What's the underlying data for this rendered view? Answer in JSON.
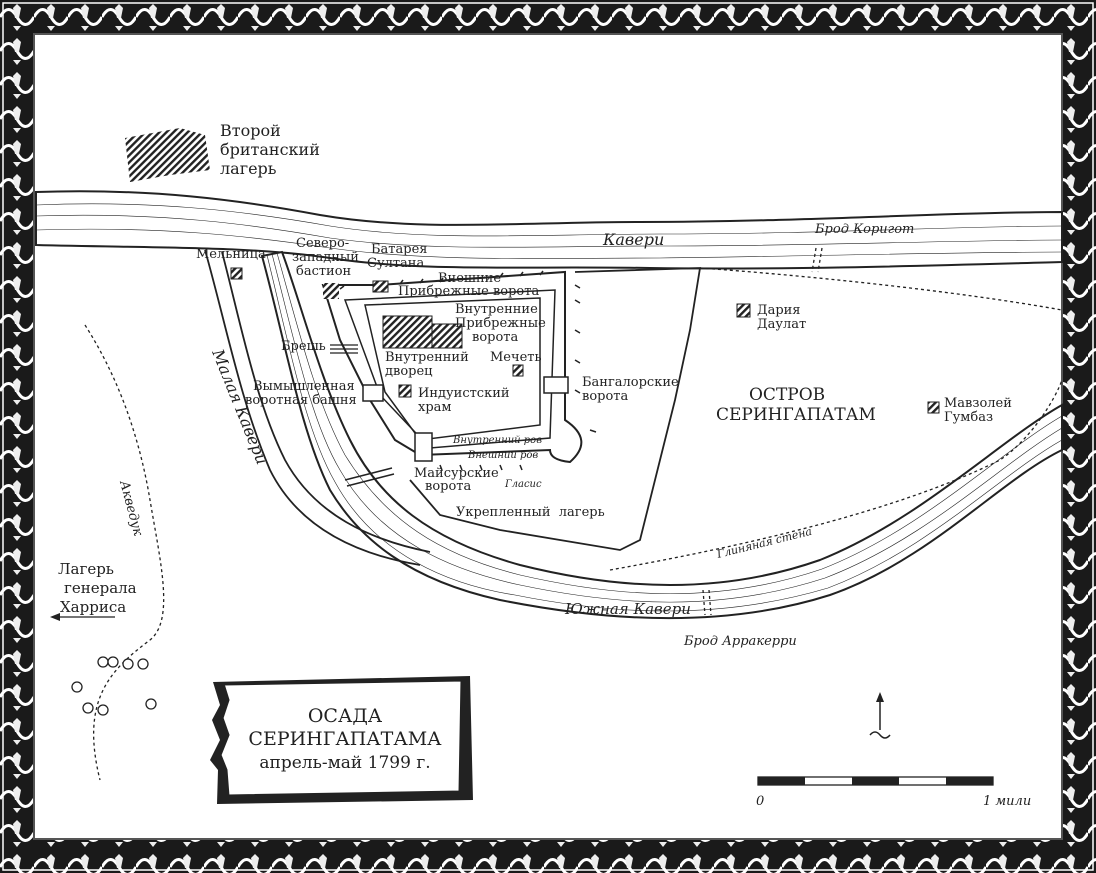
{
  "title": {
    "line1": "ОСАДА",
    "line2": "СЕРИНГАПАТАМА",
    "line3": "апрель-май 1799 г."
  },
  "labels": {
    "second_camp": [
      "Второй",
      "британский",
      "лагерь"
    ],
    "kaveri": "Кавери",
    "ford_korigot": "Брод Коригот",
    "mill": "Мельница",
    "nw_bastion": [
      "Северо-",
      "западный",
      "бастион"
    ],
    "sultan_battery": [
      "Батарея",
      "Султана"
    ],
    "outer_gates": [
      "Внешние",
      "Прибрежные ворота"
    ],
    "inner_gates": [
      "Внутренние",
      "Прибрежные",
      "ворота"
    ],
    "inner_palace": [
      "Внутренний",
      "дворец"
    ],
    "mosque": "Мечеть",
    "breach": "Брешь",
    "fake_tower": [
      "Вымышленная",
      "воротная башня"
    ],
    "hindu_temple": [
      "Индуистский",
      "храм"
    ],
    "bangalore_gates": [
      "Бангалорские",
      "ворота"
    ],
    "daria_daulat": [
      "Дария",
      "Даулат"
    ],
    "island": [
      "ОСТРОВ",
      "СЕРИНГАПАТАМ"
    ],
    "gumbaz": [
      "Мавзолей",
      "Гумбаз"
    ],
    "inner_moat": "Внутренний ров",
    "outer_moat": "Внешний ров",
    "glacis": "Гласис",
    "mysore_gates": [
      "Майсурские",
      "ворота"
    ],
    "fortified_camp": "Укрепленный  лагерь",
    "little_kaveri": "Малая Кавери",
    "aqueduct": "Акведук",
    "harris_camp": [
      "Лагерь",
      "генерала",
      "Харриса"
    ],
    "clay_wall": "Глиняная стена",
    "south_kaveri": "Южная Кавери",
    "ford_arrakerri": "Брод Арракерри"
  },
  "scale": {
    "start": "0",
    "end": "1 мили"
  }
}
